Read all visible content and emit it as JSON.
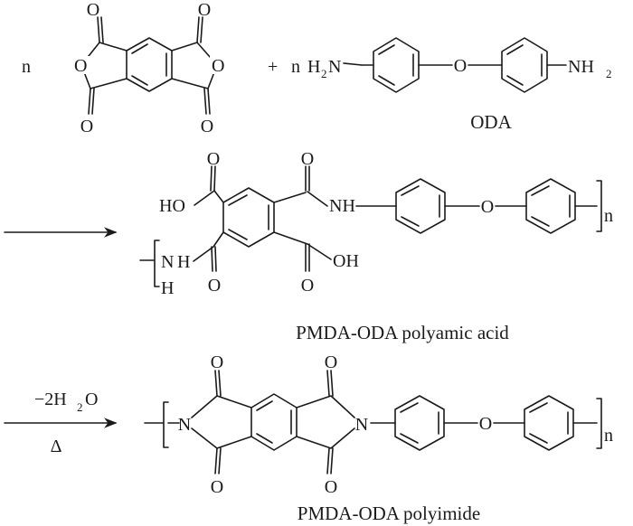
{
  "labels": {
    "oda": "ODA",
    "polyamic_acid": "PMDA-ODA polyamic acid",
    "polyimide": "PMDA-ODA polyimide"
  },
  "reaction1": {
    "coef_pmda": "n",
    "plus": "+",
    "coef_oda": "n"
  },
  "conditions": {
    "reagent_prefix": "−2H",
    "reagent_sub": "2",
    "reagent_suffix": "O",
    "heat": "Δ"
  },
  "atoms": {
    "o": "O",
    "n": "N",
    "h": "H",
    "ho": "HO",
    "oh": "OH",
    "nh": "NH",
    "h2n_h": "H",
    "h2n_sub": "2",
    "h2n_n": "N",
    "nh2_nh": "NH",
    "nh2_sub": "2",
    "repeat_n": "n"
  }
}
